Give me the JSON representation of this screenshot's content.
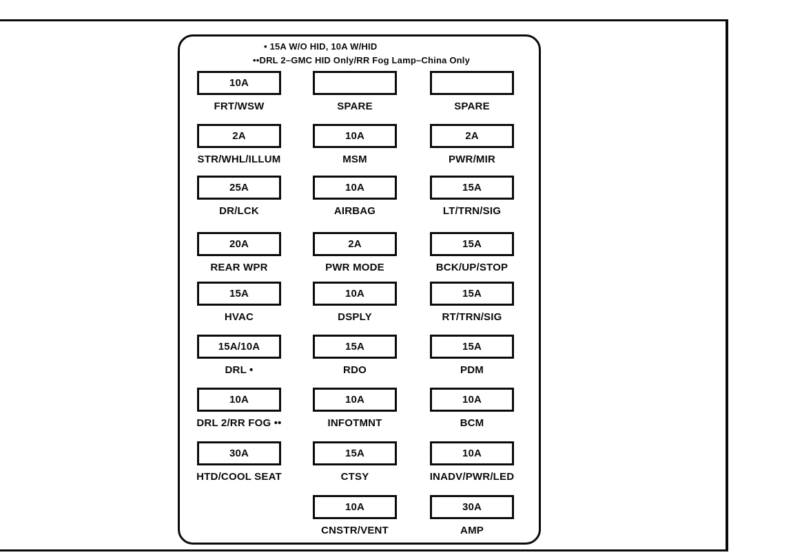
{
  "page": {
    "background": "#ffffff",
    "ink": "#0a0a0a"
  },
  "notes": {
    "line1": "• 15A W/O HID, 10A W/HID",
    "line2": "••DRL 2–GMC HID Only/RR Fog Lamp–China Only"
  },
  "fuse_grid": {
    "rows": [
      {
        "cells": [
          {
            "amp": "10A",
            "label": "FRT/WSW"
          },
          {
            "amp": "",
            "label": "SPARE"
          },
          {
            "amp": "",
            "label": "SPARE"
          }
        ]
      },
      {
        "cells": [
          {
            "amp": "2A",
            "label": "STR/WHL/ILLUM"
          },
          {
            "amp": "10A",
            "label": "MSM"
          },
          {
            "amp": "2A",
            "label": "PWR/MIR"
          }
        ]
      },
      {
        "cells": [
          {
            "amp": "25A",
            "label": "DR/LCK"
          },
          {
            "amp": "10A",
            "label": "AIRBAG"
          },
          {
            "amp": "15A",
            "label": "LT/TRN/SIG"
          }
        ]
      },
      {
        "cells": [
          {
            "amp": "20A",
            "label": "REAR WPR"
          },
          {
            "amp": "2A",
            "label": "PWR MODE"
          },
          {
            "amp": "15A",
            "label": "BCK/UP/STOP"
          }
        ]
      },
      {
        "cells": [
          {
            "amp": "15A",
            "label": "HVAC"
          },
          {
            "amp": "10A",
            "label": "DSPLY"
          },
          {
            "amp": "15A",
            "label": "RT/TRN/SIG"
          }
        ]
      },
      {
        "cells": [
          {
            "amp": "15A/10A",
            "label": "DRL •"
          },
          {
            "amp": "15A",
            "label": "RDO"
          },
          {
            "amp": "15A",
            "label": "PDM"
          }
        ]
      },
      {
        "cells": [
          {
            "amp": "10A",
            "label": "DRL 2/RR FOG ••"
          },
          {
            "amp": "10A",
            "label": "INFOTMNT"
          },
          {
            "amp": "10A",
            "label": "BCM"
          }
        ]
      },
      {
        "cells": [
          {
            "amp": "30A",
            "label": "HTD/COOL SEAT"
          },
          {
            "amp": "15A",
            "label": "CTSY"
          },
          {
            "amp": "10A",
            "label": "INADV/PWR/LED"
          }
        ]
      },
      {
        "cells": [
          {
            "amp": "10A",
            "label": "CNSTR/VENT"
          },
          {
            "amp": "30A",
            "label": "AMP"
          }
        ]
      }
    ]
  }
}
